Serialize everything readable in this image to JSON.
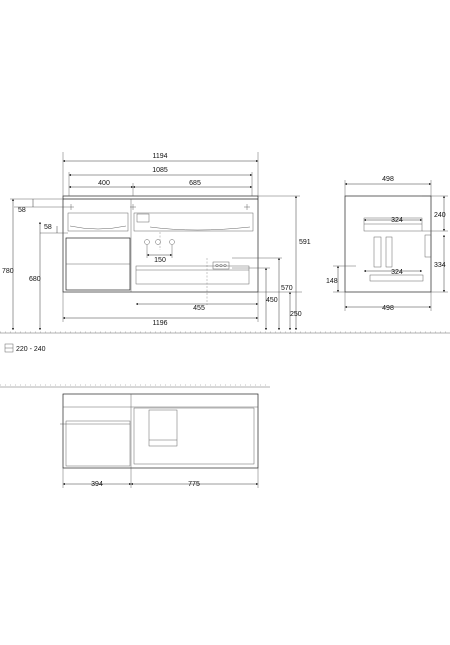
{
  "front_view": {
    "overall_width_top": "1194",
    "inner_width": "1085",
    "left_section": "400",
    "right_section": "685",
    "top_offset": "58",
    "drawer_offset": "58",
    "total_height": "780",
    "mount_height": "680",
    "basin_spacing": "150",
    "body_height": "591",
    "height_570": "570",
    "height_450": "450",
    "floor_clearance": "250",
    "drain_offset": "455",
    "overall_width_bottom": "1196"
  },
  "side_view": {
    "depth_top": "498",
    "shelf_upper": "324",
    "shelf_lower": "324",
    "height_240": "240",
    "height_334": "334",
    "height_148": "148",
    "depth_bottom": "498"
  },
  "wall_note": "220 - 240",
  "plan_view": {
    "left_compartment": "394",
    "right_compartment": "775"
  }
}
